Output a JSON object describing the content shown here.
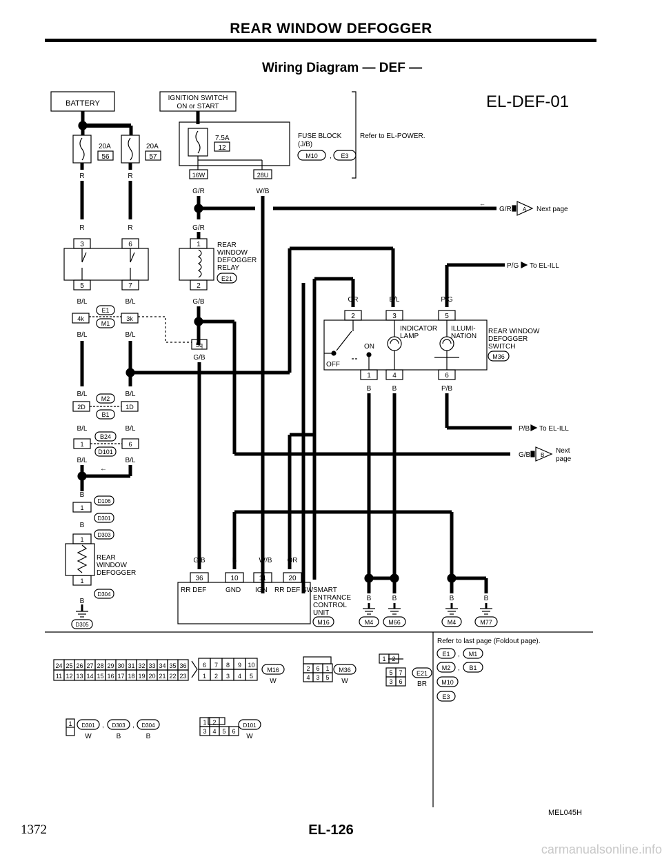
{
  "header": {
    "title": "REAR WINDOW DEFOGGER",
    "subtitle": "Wiring Diagram — DEF —",
    "code": "EL-DEF-01"
  },
  "components": {
    "battery": "BATTERY",
    "ignition_line1": "IGNITION SWITCH",
    "ignition_line2": "ON or START",
    "fuse_left": {
      "rating": "20A",
      "number": "56"
    },
    "fuse_right": {
      "rating": "20A",
      "number": "57"
    },
    "fuse_block_fuse": {
      "rating": "7.5A",
      "number": "12"
    },
    "fuse_block_label": "FUSE BLOCK",
    "fuse_block_sub": "(J/B)",
    "fuse_block_conn1": "M10",
    "fuse_block_conn2": "E3",
    "fuse_block_pin_a": "16W",
    "fuse_block_pin_b": "28U",
    "refer_power": "Refer to EL-POWER.",
    "relay_lines": [
      "REAR",
      "WINDOW",
      "DEFOGGER",
      "RELAY"
    ],
    "relay_conn": "E21",
    "switch_lines": [
      "REAR WINDOW",
      "DEFOGGER",
      "SWITCH"
    ],
    "switch_conn": "M36",
    "indicator_lamp": [
      "INDICATOR",
      "LAMP"
    ],
    "illumination": [
      "ILLUMI-",
      "NATION"
    ],
    "switch_on": "ON",
    "switch_off": "OFF",
    "defogger_lines": [
      "REAR",
      "WINDOW",
      "DEFOGGER"
    ],
    "smart_lines": [
      "SMART",
      "ENTRANCE",
      "CONTROL",
      "UNIT"
    ],
    "smart_conn": "M16",
    "smart_pins": {
      "p36": "RR DEF",
      "p10": "GND",
      "p11": "IGN",
      "p20": "RR DEF SW"
    }
  },
  "wires": {
    "r": "R",
    "gr": "G/R",
    "wb": "W/B",
    "bl": "B/L",
    "gb": "G/B",
    "b": "B",
    "or": "OR",
    "pg": "P/G",
    "pb": "P/B"
  },
  "terminals": {
    "t3": "3",
    "t6": "6",
    "t1": "1",
    "t5": "5",
    "t7": "7",
    "t2": "2",
    "t4k": "4k",
    "t3k": "3k",
    "t5q": "5q",
    "t2d": "2D",
    "t1d": "1D",
    "t4": "4",
    "t36": "36",
    "t10": "10",
    "t11": "11",
    "t20": "20"
  },
  "connectors": {
    "e1": "E1",
    "m1": "M1",
    "m2": "M2",
    "b1": "B1",
    "b24": "B24",
    "d101": "D101",
    "d106": "D106",
    "d301": "D301",
    "d303": "D303",
    "d304": "D304",
    "d305": "D305",
    "m4": "M4",
    "m66": "M66",
    "m77": "M77"
  },
  "offpage": {
    "a": "A",
    "a_text": "Next page",
    "b": "B",
    "b_text1": "Next",
    "b_text2": "page",
    "ill1": "To EL-ILL",
    "ill2": "To EL-ILL"
  },
  "refer_box": {
    "line1": "Refer to last page (Foldout page).",
    "items": [
      "E1",
      "M1",
      "M2",
      "B1",
      "M10",
      "E3"
    ]
  },
  "connector_views": {
    "big_top": [
      "24",
      "25",
      "26",
      "27",
      "28",
      "29",
      "30",
      "31",
      "32",
      "33",
      "34",
      "35",
      "36"
    ],
    "big_bot": [
      "11",
      "12",
      "13",
      "14",
      "15",
      "16",
      "17",
      "18",
      "19",
      "20",
      "21",
      "22",
      "23"
    ],
    "m16_top": [
      "6",
      "7",
      "8",
      "9",
      "10"
    ],
    "m16_bot": [
      "1",
      "2",
      "3",
      "4",
      "5"
    ],
    "m16_label": "M16",
    "m16_color": "W",
    "m36_top": [
      "2",
      "6",
      "1"
    ],
    "m36_bot": [
      "4",
      "3",
      "5"
    ],
    "m36_label": "M36",
    "m36_color": "W",
    "e21_top": [
      "1",
      "2"
    ],
    "e21_mid": [
      "5",
      "7"
    ],
    "e21_bot": [
      "3",
      "6"
    ],
    "e21_label": "E21",
    "e21_color": "BR",
    "d_single": "1",
    "d_labels": [
      "D301",
      "D303",
      "D304"
    ],
    "d_colors": [
      "W",
      "B",
      "B"
    ],
    "d101_top": [
      "1",
      "2"
    ],
    "d101_bot": [
      "3",
      "4",
      "5",
      "6"
    ],
    "d101_label": "D101",
    "d101_color": "W"
  },
  "footer": {
    "page_number": "1372",
    "page_code": "EL-126",
    "ref_code": "MEL045H",
    "watermark": "carmanualsonline.info"
  }
}
